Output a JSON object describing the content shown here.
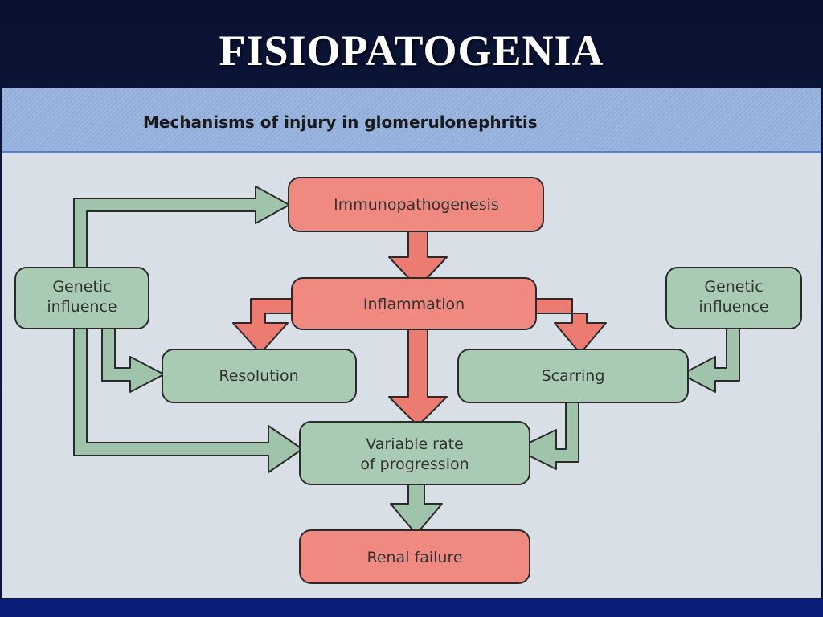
{
  "slide": {
    "title": "FISIOPATOGENIA"
  },
  "figure": {
    "caption": "Mechanisms of injury in glomerulonephritis"
  },
  "colors": {
    "red_box": "#f08a80",
    "green_box": "#a9cbb4",
    "red_arrow": "#ec7b72",
    "green_arrow": "#9fc4ab",
    "outline": "#2b2b2b",
    "header_blue": "#9db8e0"
  },
  "nodes": {
    "immunopathogenesis": "Immunopathogenesis",
    "inflammation": "Inflammation",
    "genetic_left": [
      "Genetic",
      "influence"
    ],
    "genetic_right": [
      "Genetic",
      "influence"
    ],
    "resolution": "Resolution",
    "scarring": "Scarring",
    "progression": [
      "Variable rate",
      "of progression"
    ],
    "renal_failure": "Renal failure"
  }
}
